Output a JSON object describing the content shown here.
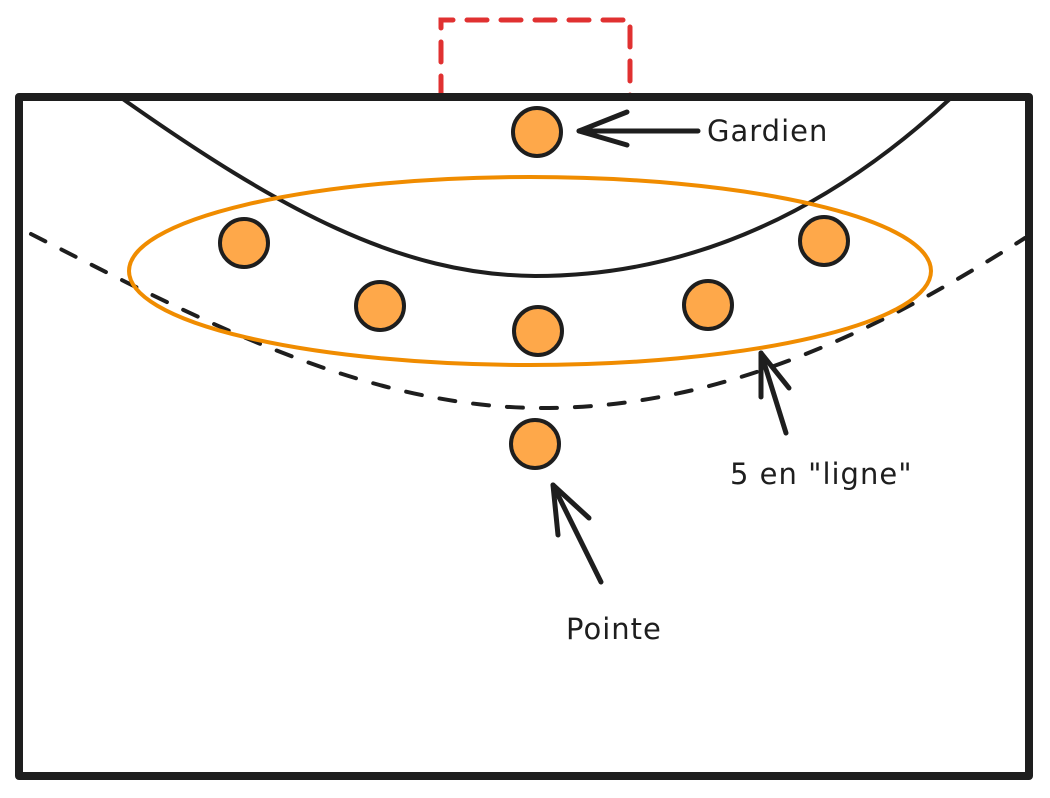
{
  "diagram": {
    "title": "Handball defensive formation 6-0 variant: 5 en ligne + pointe",
    "colors": {
      "stroke": "#1e1e1e",
      "player_fill": "#fea84a",
      "group_ellipse": "#f08c00",
      "goal": "#e03131",
      "background": "#ffffff"
    },
    "elements": {
      "court": {
        "shape": "rectangle",
        "stroke": "solid"
      },
      "goal": {
        "shape": "rectangle",
        "stroke": "dashed"
      },
      "six_meter_line": {
        "shape": "arc",
        "stroke": "solid"
      },
      "nine_meter_line": {
        "shape": "arc",
        "stroke": "dashed"
      },
      "line_group": {
        "shape": "ellipse",
        "stroke": "solid",
        "members": 5
      }
    },
    "players": [
      {
        "id": "gardien",
        "role": "Gardien"
      },
      {
        "id": "line-1",
        "role": "5 en ligne"
      },
      {
        "id": "line-2",
        "role": "5 en ligne"
      },
      {
        "id": "line-3",
        "role": "5 en ligne"
      },
      {
        "id": "line-4",
        "role": "5 en ligne"
      },
      {
        "id": "line-5",
        "role": "5 en ligne"
      },
      {
        "id": "pointe",
        "role": "Pointe"
      }
    ],
    "labels": {
      "gardien": "Gardien",
      "ligne": "5 en \"ligne\"",
      "pointe": "Pointe"
    }
  }
}
